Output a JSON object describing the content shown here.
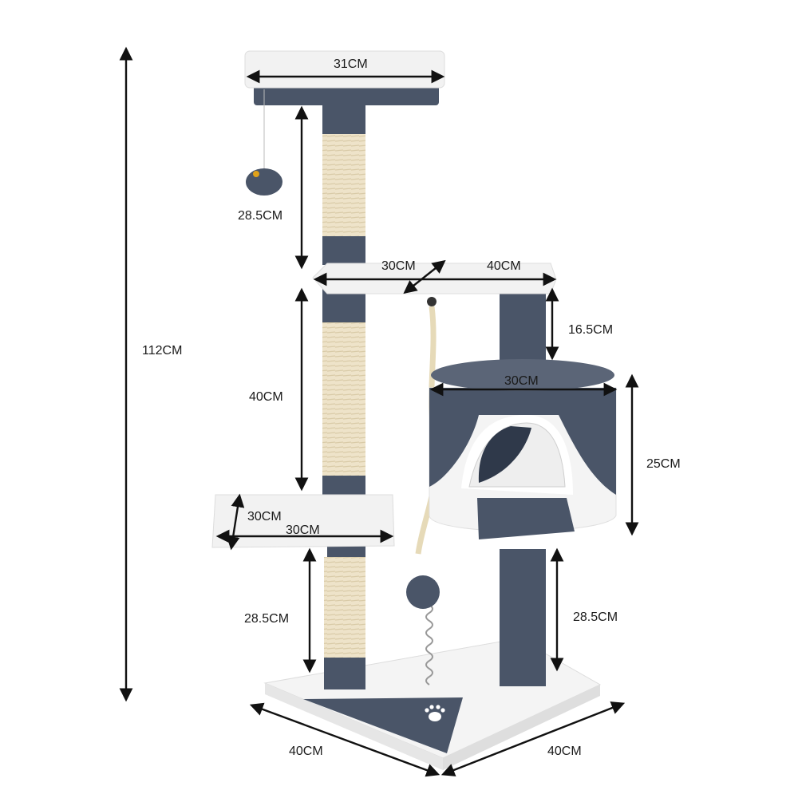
{
  "product": {
    "name": "Cat tree with scratching posts, condo and hanging toys",
    "colors": {
      "plush_dark": "#4a5568",
      "plush_light": "#f2f2f2",
      "sisal": "#eee3c9",
      "arrow": "#111111"
    }
  },
  "dimensions": {
    "overall_height": "112CM",
    "top_perch_width": "31CM",
    "top_post_height": "28.5CM",
    "mid_platform_depth": "30CM",
    "mid_platform_width": "40CM",
    "mid_post_height": "40CM",
    "condo_post_height": "16.5CM",
    "condo_width": "30CM",
    "condo_height": "25CM",
    "low_platform_depth": "30CM",
    "low_platform_width": "30CM",
    "bottom_post_left_height": "28.5CM",
    "bottom_post_right_height": "28.5CM",
    "base_depth": "40CM",
    "base_width": "40CM"
  }
}
